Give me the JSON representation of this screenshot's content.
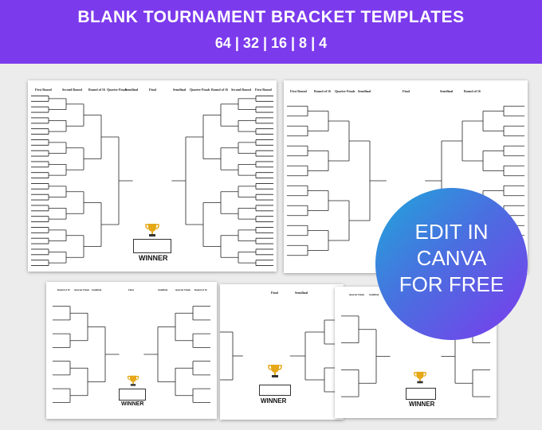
{
  "banner": {
    "title": "BLANK TOURNAMENT BRACKET TEMPLATES",
    "subtitle": "64 | 32 | 16 | 8 | 4",
    "color": "#7c3aed"
  },
  "badge": {
    "line1": "EDIT IN",
    "line2": "CANVA",
    "line3": "FOR FREE"
  },
  "sheets": {
    "b64": {
      "headers": [
        "First Round",
        "Second Round",
        "Round of 16",
        "Quarter Finals",
        "Semifinal",
        "Final",
        "Semifinal",
        "Quarter Finals",
        "Round of 16",
        "Second Round",
        "First Round"
      ],
      "winner": "WINNER",
      "trophy_icon": "trophy-icon"
    },
    "b32": {
      "headers": [
        "First Round",
        "Round of 16",
        "Quarter Finals",
        "Semifinal",
        "Final",
        "Semifinal",
        "Round of 16"
      ]
    },
    "b16": {
      "headers": [
        "Round of 16",
        "Quarter Finals",
        "Semifinal",
        "Final",
        "Semifinal",
        "Quarter Finals",
        "Round of 16"
      ],
      "winner": "WINNER"
    },
    "b8": {
      "headers": [
        "Final",
        "Semifinal"
      ],
      "winner": "WINNER"
    },
    "b4": {
      "headers": [
        "Quarter Finals",
        "Semifinal"
      ],
      "winner": "WINNER"
    }
  }
}
